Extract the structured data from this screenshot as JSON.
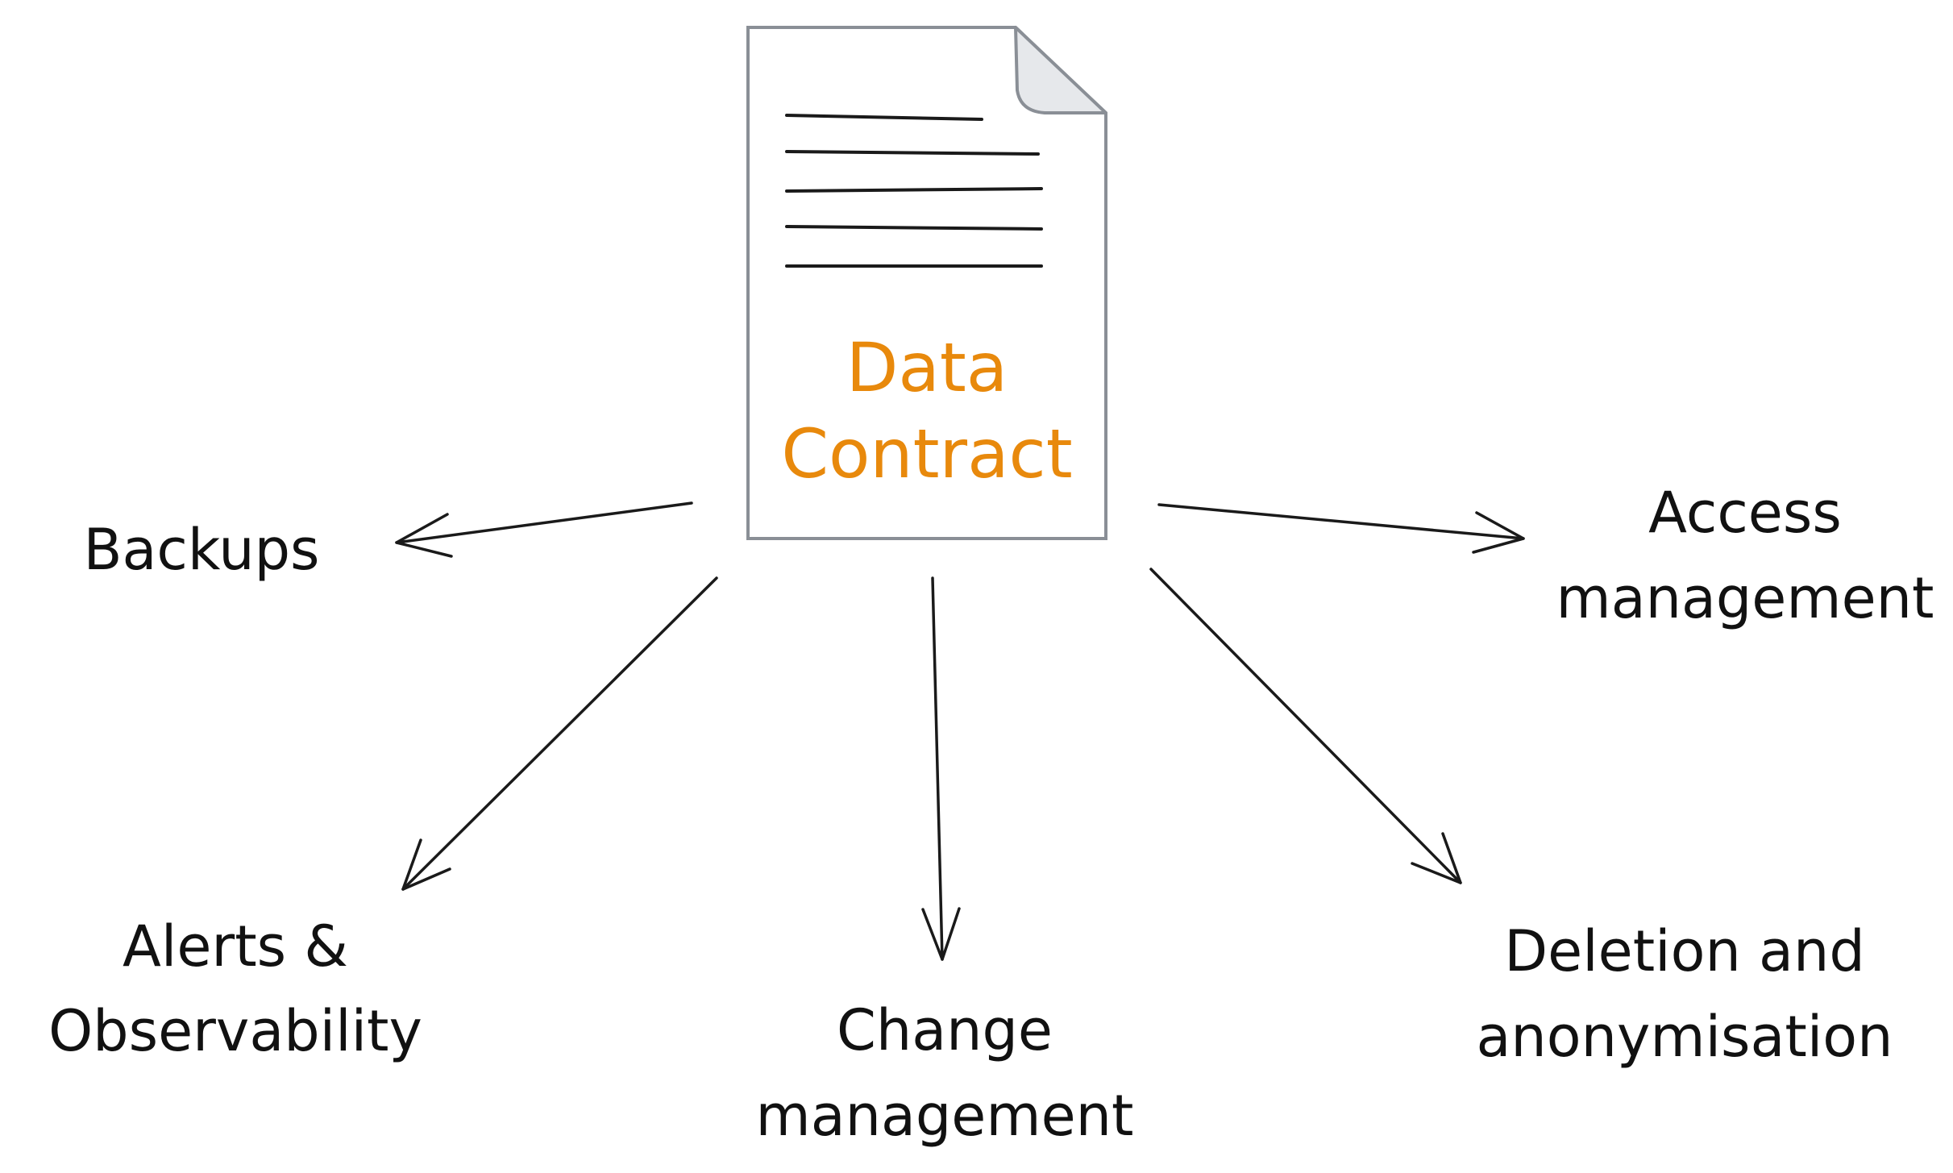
{
  "document": {
    "title_line1": "Data",
    "title_line2": "Contract",
    "icon": "document-icon",
    "accent_color": "#e8890c"
  },
  "nodes": {
    "backups": {
      "label": "Backups"
    },
    "access": {
      "line1": "Access",
      "line2": "management"
    },
    "alerts": {
      "line1": "Alerts &",
      "line2": "Observability"
    },
    "change": {
      "line1": "Change",
      "line2": "management"
    },
    "deletion": {
      "line1": "Deletion and",
      "line2": "anonymisation"
    }
  }
}
